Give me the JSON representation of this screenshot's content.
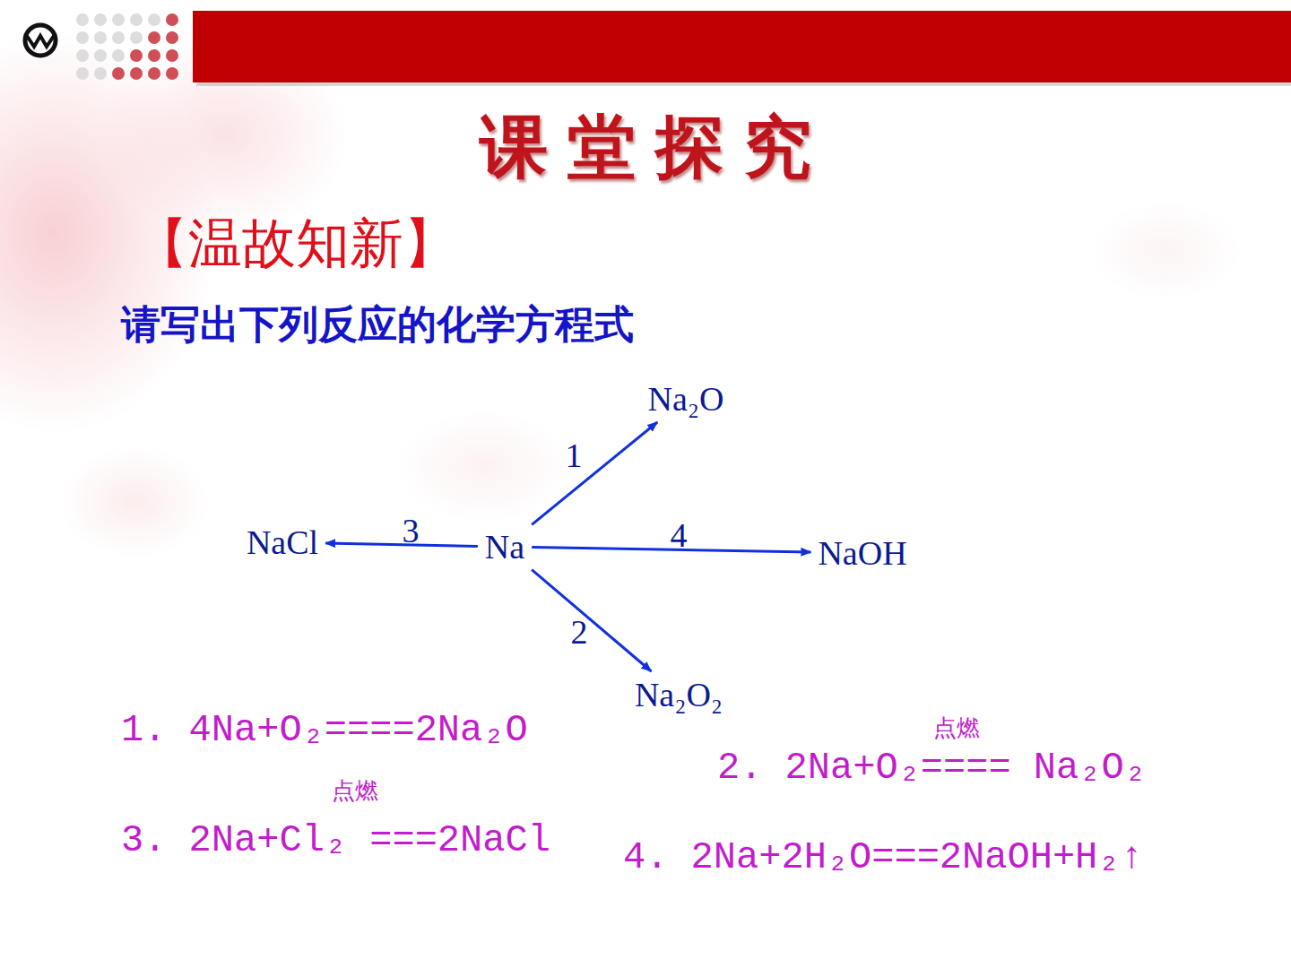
{
  "diagram": {
    "title": "课堂探究",
    "nodes": [
      {
        "text": [
          "Na₂O"
        ]
      },
      {
        "text": [
          "NaCl"
        ]
      },
      {
        "text": [
          "Na"
        ]
      },
      {
        "text": [
          "NaOH"
        ]
      },
      {
        "text": [
          "Na₂O₂"
        ]
      }
    ],
    "edges": [
      {
        "from": 2,
        "to": 0,
        "label": "1",
        "arrow": "to"
      },
      {
        "from": 2,
        "to": 4,
        "label": "2",
        "arrow": "to"
      },
      {
        "from": 2,
        "to": 1,
        "label": "3",
        "arrow": "to"
      },
      {
        "from": 2,
        "to": 3,
        "label": "4",
        "arrow": "to"
      }
    ],
    "labels": [
      "【温故知新】",
      "请写出下列反应的化学方程式",
      "1. 4Na+O₂====2Na₂O",
      "点燃",
      "2. 2Na+O₂==== Na₂O₂",
      "点燃",
      "3. 2Na+Cl₂ ===2NaCl",
      "4. 2Na+2H₂O===2NaOH+H₂↑"
    ]
  }
}
